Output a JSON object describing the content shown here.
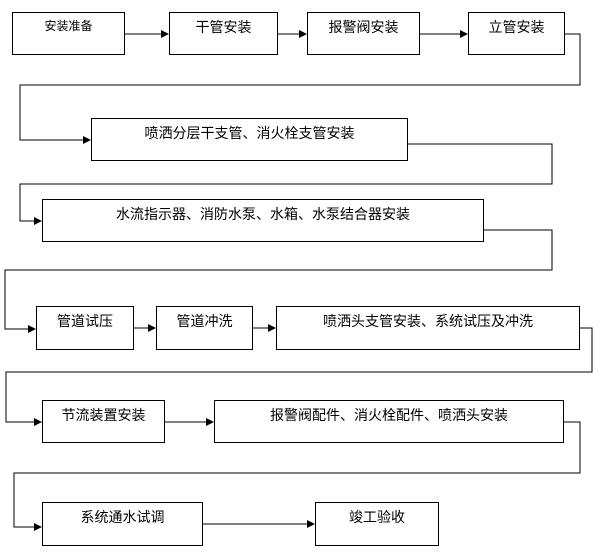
{
  "steps": [
    {
      "id": "s1",
      "label": "安装准备"
    },
    {
      "id": "s2",
      "label": "干管安装"
    },
    {
      "id": "s3",
      "label": "报警阀安装"
    },
    {
      "id": "s4",
      "label": "立管安装"
    },
    {
      "id": "s5",
      "label": "喷洒分层干支管、消火栓支管安装"
    },
    {
      "id": "s6",
      "label": "水流指示器、消防水泵、水箱、水泵结合器安装"
    },
    {
      "id": "s7",
      "label": "管道试压"
    },
    {
      "id": "s8",
      "label": "管道冲洗"
    },
    {
      "id": "s9",
      "label": "喷洒头支管安装、系统试压及冲洗"
    },
    {
      "id": "s10",
      "label": "节流装置安装"
    },
    {
      "id": "s11",
      "label": "报警阀配件、消火栓配件、喷洒头安装"
    },
    {
      "id": "s12",
      "label": "系统通水试调"
    },
    {
      "id": "s13",
      "label": "竣工验收"
    }
  ],
  "colors": {
    "line": "#000000",
    "box_border": "#000000",
    "background": "#ffffff"
  }
}
